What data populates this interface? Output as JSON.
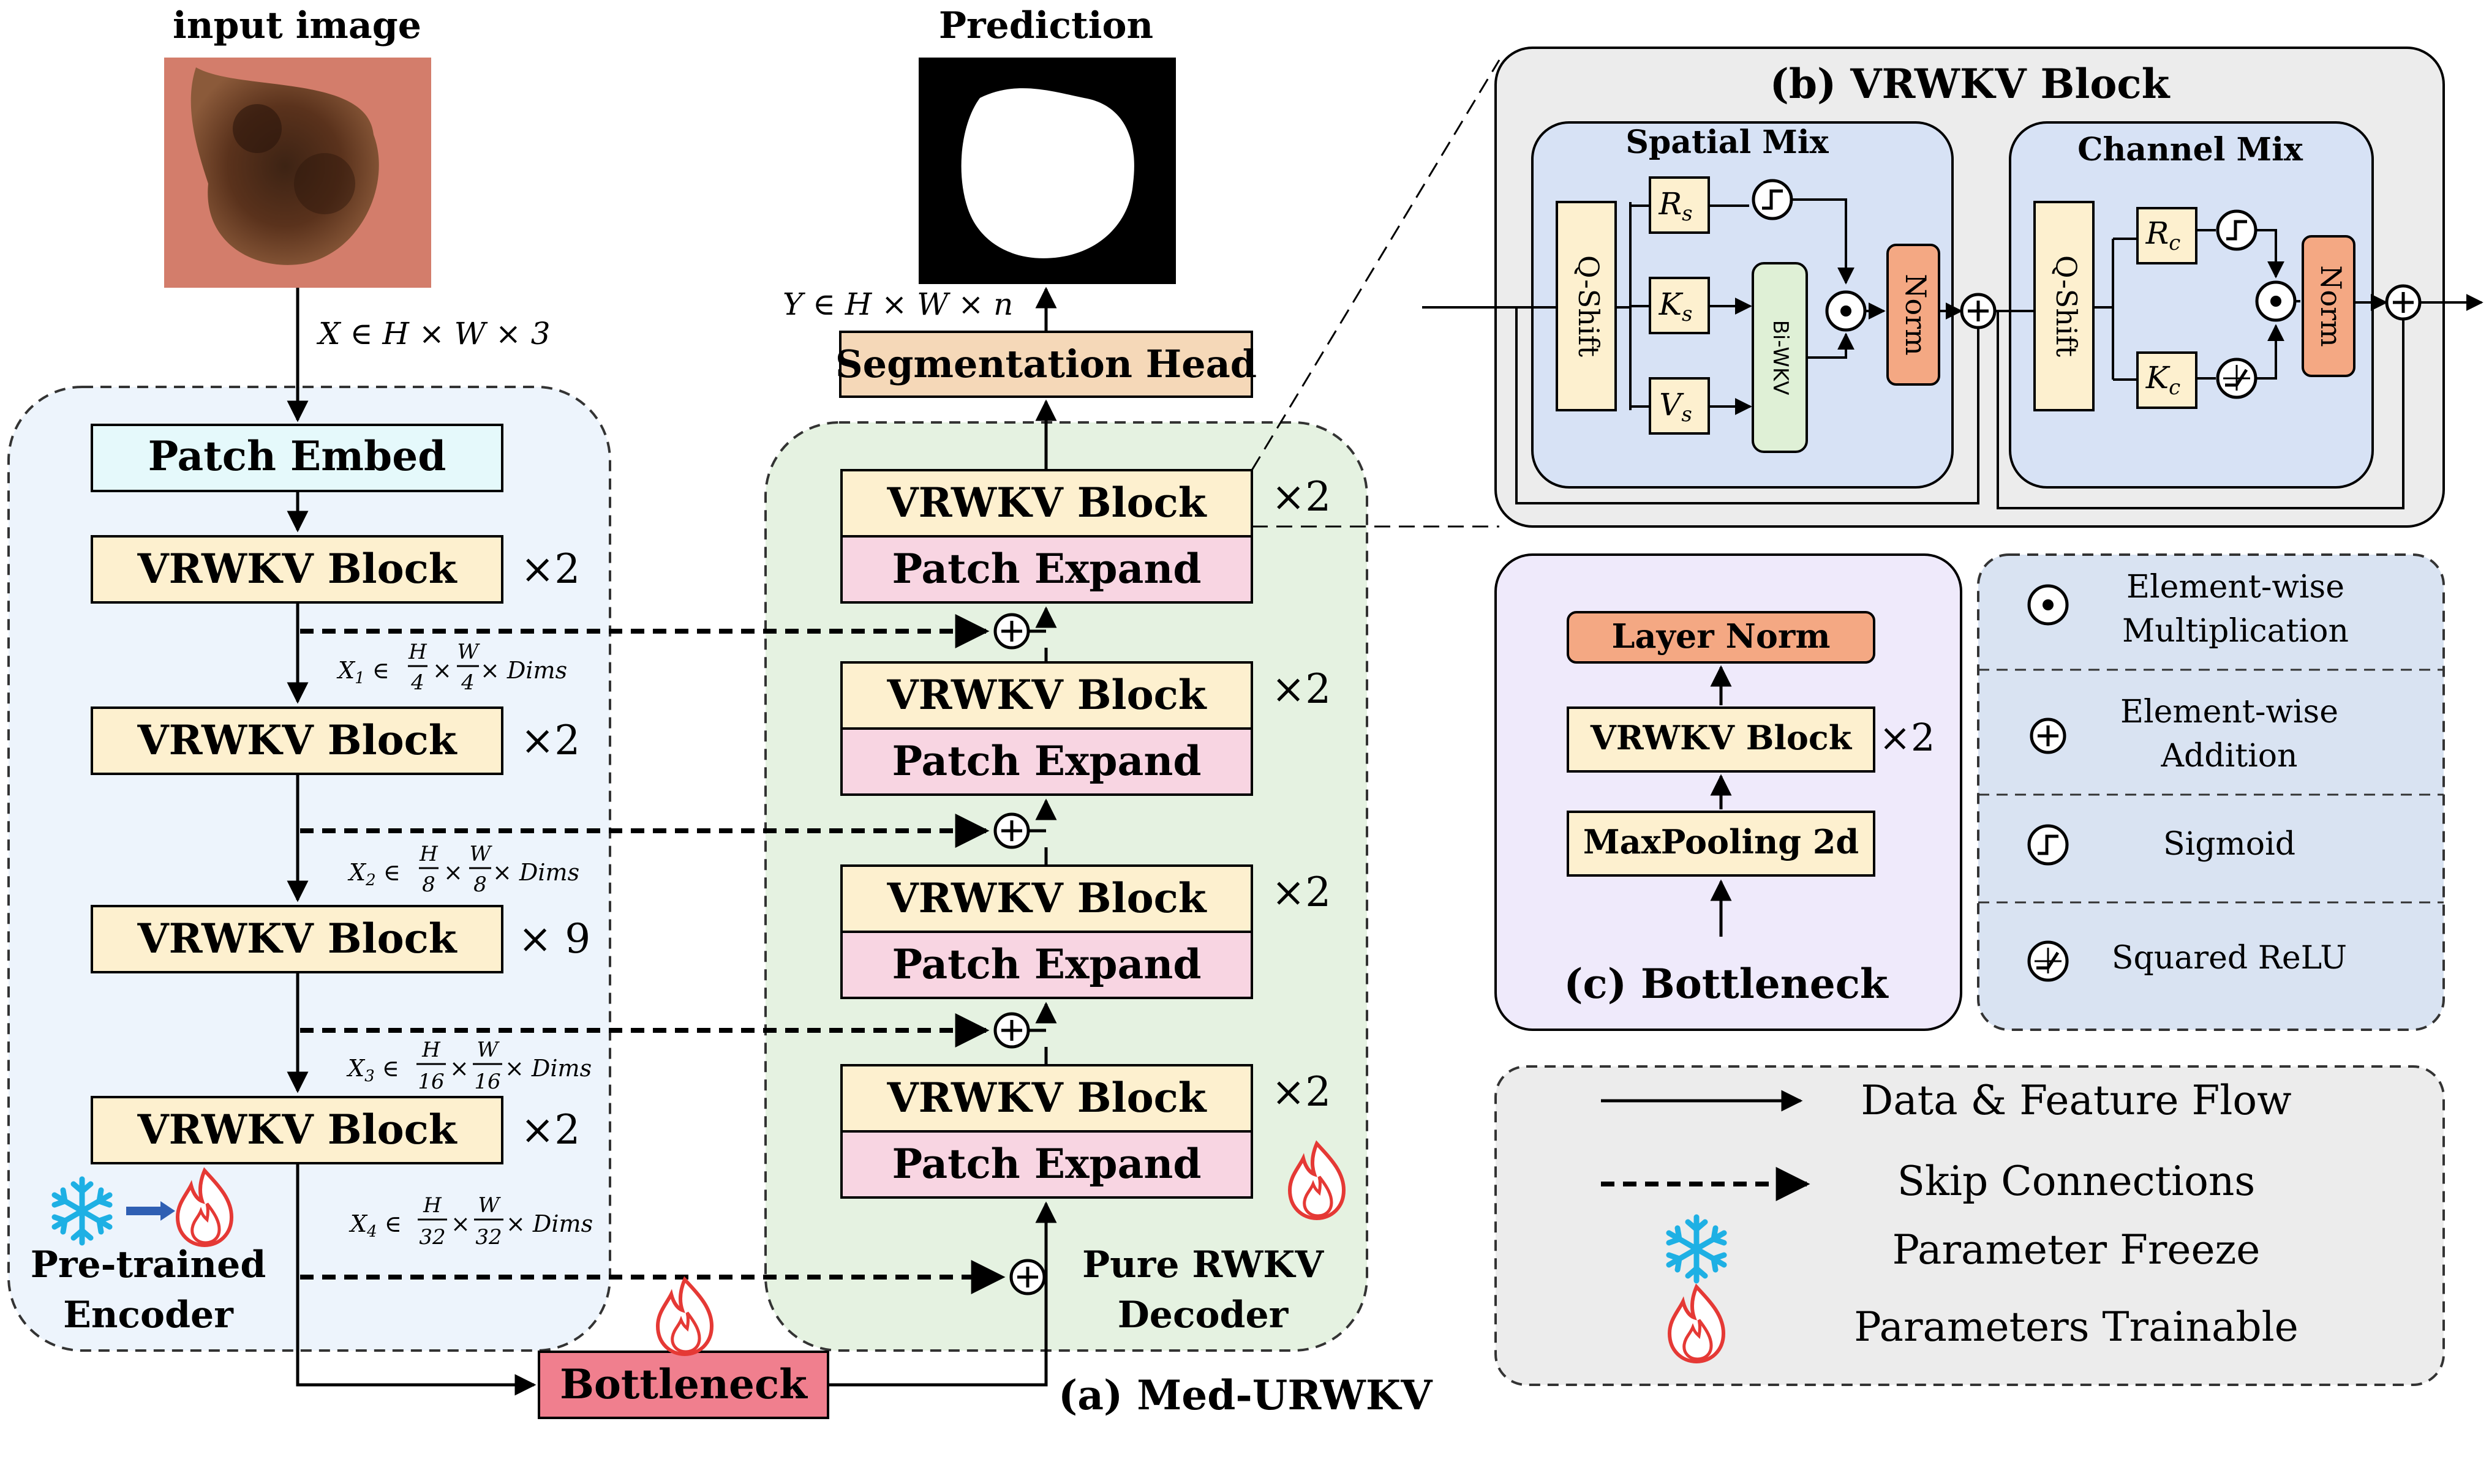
{
  "labels": {
    "input_image": "input image",
    "prediction": "Prediction",
    "x_eq": "X ∈ H × W × 3",
    "y_eq": "Y ∈ H × W × n",
    "x1": {
      "pre": "X",
      "sub": "1",
      "mid": " ∈ ",
      "n1": "H",
      "d1": "4",
      "n2": "W",
      "d2": "4",
      "tail": " × Dims"
    },
    "x2": {
      "pre": "X",
      "sub": "2",
      "mid": " ∈ ",
      "n1": "H",
      "d1": "8",
      "n2": "W",
      "d2": "8",
      "tail": " × Dims"
    },
    "x3": {
      "pre": "X",
      "sub": "3",
      "mid": " ∈ ",
      "n1": "H",
      "d1": "16",
      "n2": "W",
      "d2": "16",
      "tail": " × Dims"
    },
    "x4": {
      "pre": "X",
      "sub": "4",
      "mid": " ∈ ",
      "n1": "H",
      "d1": "32",
      "n2": "W",
      "d2": "32",
      "tail": " × Dims"
    }
  },
  "encoder": {
    "patch_embed": "Patch Embed",
    "blocks": [
      {
        "label": "VRWKV Block",
        "mult": "×2"
      },
      {
        "label": "VRWKV Block",
        "mult": "×2"
      },
      {
        "label": "VRWKV Block",
        "mult": "× 9"
      },
      {
        "label": "VRWKV Block",
        "mult": "×2"
      }
    ],
    "title_line1": "Pre-trained",
    "title_line2": "Encoder"
  },
  "decoder": {
    "segmentation_head": "Segmentation Head",
    "stages": [
      {
        "block": "VRWKV Block",
        "expand": "Patch Expand",
        "mult": "×2"
      },
      {
        "block": "VRWKV Block",
        "expand": "Patch Expand",
        "mult": "×2"
      },
      {
        "block": "VRWKV Block",
        "expand": "Patch Expand",
        "mult": "×2"
      },
      {
        "block": "VRWKV Block",
        "expand": "Patch Expand",
        "mult": "×2"
      }
    ],
    "title_line1": "Pure RWKV",
    "title_line2": "Decoder"
  },
  "bottleneck_box": "Bottleneck",
  "caption_a": "(a)  Med-URWKV",
  "vrwkv_detail": {
    "title": "(b) VRWKV Block",
    "spatial_mix": "Spatial Mix",
    "channel_mix": "Channel Mix",
    "qshift": "Q-Shift",
    "rs": {
      "main": "R",
      "sub": "s"
    },
    "ks": {
      "main": "K",
      "sub": "s"
    },
    "vs": {
      "main": "V",
      "sub": "s"
    },
    "rc": {
      "main": "R",
      "sub": "c"
    },
    "kc": {
      "main": "K",
      "sub": "c"
    },
    "biwkv": "Bi-WKV",
    "norm": "Norm"
  },
  "bottleneck_detail": {
    "title": "(c) Bottleneck",
    "layer_norm": "Layer Norm",
    "block": "VRWKV Block",
    "mult": "×2",
    "maxpool": "MaxPooling 2d"
  },
  "ops_legend": [
    {
      "icon": "multiply-op-icon",
      "line1": "Element-wise",
      "line2": "Multiplication"
    },
    {
      "icon": "add-op-icon",
      "line1": "Element-wise",
      "line2": "Addition"
    },
    {
      "icon": "sigmoid-icon",
      "line1": "Sigmoid",
      "line2": ""
    },
    {
      "icon": "squared-relu-icon",
      "line1": "Squared ReLU",
      "line2": ""
    }
  ],
  "flow_legend": [
    {
      "icon": "solid-arrow-icon",
      "label": "Data & Feature Flow"
    },
    {
      "icon": "dashed-arrow-icon",
      "label": "Skip Connections"
    },
    {
      "icon": "snowflake-icon",
      "label": "Parameter Freeze"
    },
    {
      "icon": "flame-icon",
      "label": "Parameters  Trainable"
    }
  ],
  "colors": {
    "vrwkv_block": "#fdf0cf",
    "patch_expand": "#f8d5e2",
    "patch_embed": "#e5f9fb",
    "seg_head": "#f5d8b8",
    "bottleneck": "#f07f8e",
    "layer_norm": "#f4a883",
    "norm": "#f4a883",
    "encoder_bg": "#edf4fc",
    "decoder_bg": "#e5f2e1",
    "bottleneck_panel": "#efeafb",
    "ops_panel": "#d9e3f2",
    "mix_panel": "#d7e2f5",
    "vrwkv_panel": "#ececec",
    "flow_panel": "#ececec",
    "biwkv": "#dff0d6",
    "snowflake": "#1eb0e4",
    "flame": "#e53935"
  }
}
